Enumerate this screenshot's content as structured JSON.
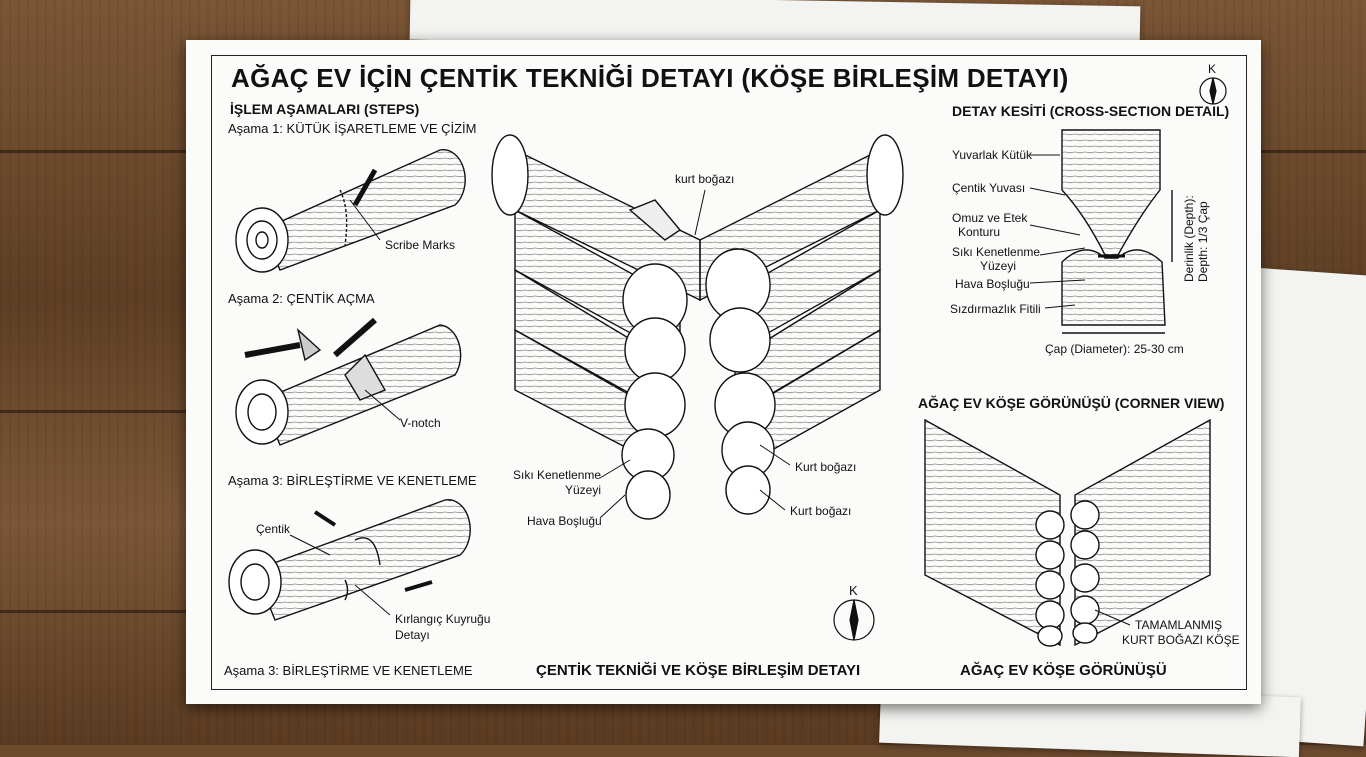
{
  "title": "AĞAÇ EV İÇİN ÇENTİK TEKNİĞİ DETAYI (KÖŞE BİRLEŞİM DETAYI)",
  "steps": {
    "heading": "İŞLEM AŞAMALARI (STEPS)",
    "step1": "Aşama 1: KÜTÜK İŞARETLEME VE ÇİZİM",
    "step1_label": "Scribe Marks",
    "step2": "Aşama 2: ÇENTİK AÇMA",
    "step2_label": "V-notch",
    "step3": "Aşama 3: BİRLEŞTİRME VE KENETLEME",
    "step3_notch": "Çentik",
    "step3_dovetail_1": "Kırlangıç Kuyruğu",
    "step3_dovetail_2": "Detayı",
    "footer": "Aşama 3: BİRLEŞTİRME VE KENETLEME"
  },
  "center": {
    "kurt_top": "kurt boğazı",
    "tight_1": "Sıkı Kenetlenme",
    "tight_2": "Yüzeyi",
    "air_gap": "Hava Boşluğu",
    "kurt_right_1": "Kurt boğazı",
    "kurt_right_2": "Kurt boğazı",
    "north": "K",
    "footer": "ÇENTİK TEKNİĞİ VE KÖŞE BİRLEŞİM DETAYI"
  },
  "section": {
    "heading": "DETAY KESİTİ (CROSS-SECTION DETAIL)",
    "round_log": "Yuvarlak Kütük",
    "notch_seat": "Çentik Yuvası",
    "shoulder_1": "Omuz ve Etek",
    "shoulder_2": "Konturu",
    "tight_1": "Sıkı Kenetlenme",
    "tight_2": "Yüzeyi",
    "air_gap": "Hava Boşluğu",
    "gasket": "Sızdırmazlık Fitili",
    "depth_1": "Derinlik (Depth):",
    "depth_2": "Depth: 1/3 Çap",
    "diameter": "Çap (Diameter): 25-30 cm"
  },
  "corner": {
    "heading": "AĞAÇ EV KÖŞE GÖRÜNÜŞÜ (CORNER VIEW)",
    "done_1": "TAMAMLANMIŞ",
    "done_2": "KURT BOĞAZI KÖŞE",
    "footer": "AĞAÇ EV KÖŞE GÖRÜNÜŞÜ"
  },
  "compass_top": "K"
}
